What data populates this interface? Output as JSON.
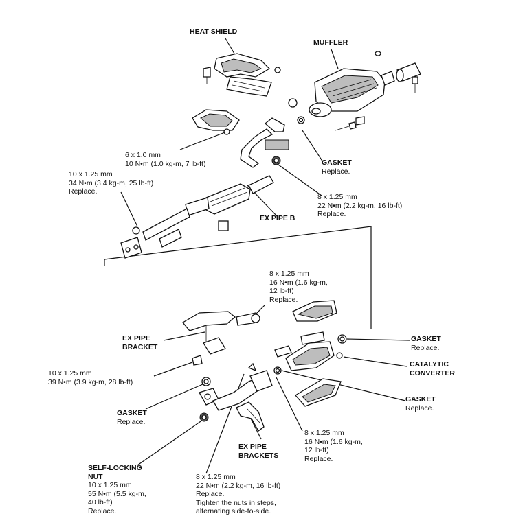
{
  "labels": {
    "heat_shield": "HEAT SHIELD",
    "muffler": "MUFFLER",
    "bolt_6x1": {
      "size": "6 x 1.0 mm",
      "torque": "10 N•m (1.0 kg-m, 7 lb-ft)"
    },
    "nut_10x125_top": {
      "size": "10 x 1.25 mm",
      "torque": "34 N•m (3.4 kg-m, 25 lb-ft)",
      "note": "Replace."
    },
    "gasket_top": {
      "name": "GASKET",
      "note": "Replace."
    },
    "nut_8x125_top": {
      "size": "8 x 1.25 mm",
      "torque": "22 N•m (2.2 kg-m, 16 lb-ft)",
      "note": "Replace."
    },
    "ex_pipe_b": "EX PIPE B",
    "bolt_8x125_bracket": {
      "size": "8 x 1.25 mm",
      "torque1": "16 N•m (1.6 kg-m,",
      "torque2": "12 lb-ft)",
      "note": "Replace."
    },
    "ex_pipe_bracket": {
      "line1": "EX PIPE",
      "line2": "BRACKET"
    },
    "bolt_10x125_mid": {
      "size": "10 x 1.25 mm",
      "torque": "39 N•m (3.9 kg-m, 28 lb-ft)"
    },
    "gasket_right": {
      "name": "GASKET",
      "note": "Replace."
    },
    "catalytic_converter": {
      "line1": "CATALYTIC",
      "line2": "CONVERTER"
    },
    "gasket_right_lower": {
      "name": "GASKET",
      "note": "Replace."
    },
    "gasket_left": {
      "name": "GASKET",
      "note": "Replace."
    },
    "ex_pipe_brackets": {
      "line1": "EX PIPE",
      "line2": "BRACKETS"
    },
    "nut_8x125_right_lower": {
      "size": "8 x 1.25 mm",
      "torque1": "16 N•m (1.6 kg-m,",
      "torque2": "12 lb-ft)",
      "note": "Replace."
    },
    "self_locking_nut": {
      "line1": "SELF-LOCKING",
      "line2": "NUT",
      "size": "10 x 1.25 mm",
      "torque1": "55 N•m (5.5 kg-m,",
      "torque2": "40 lb-ft)",
      "note": "Replace."
    },
    "nut_8x125_bottom": {
      "size": "8 x 1.25 mm",
      "torque": "22 N•m (2.2 kg-m, 16 lb-ft)",
      "note": "Replace.",
      "instruction1": "Tighten the nuts in steps,",
      "instruction2": "alternating side-to-side."
    }
  }
}
